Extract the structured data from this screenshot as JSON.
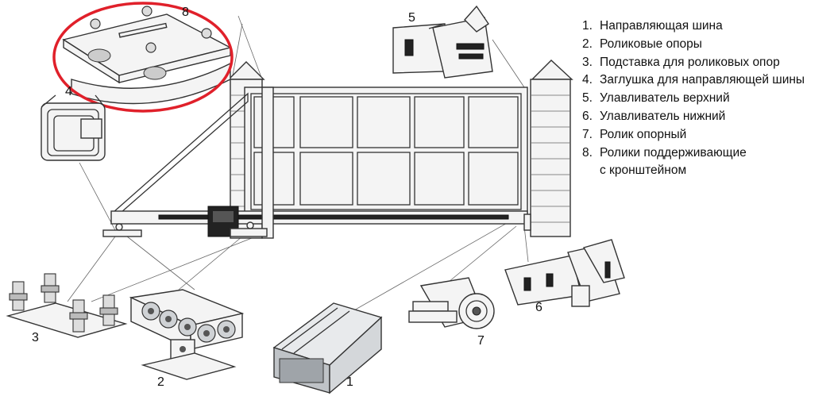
{
  "legend": {
    "items": [
      {
        "num": "1.",
        "text": "Направляющая шина"
      },
      {
        "num": "2.",
        "text": "Роликовые опоры"
      },
      {
        "num": "3.",
        "text": "Подставка для роликовых опор"
      },
      {
        "num": "4.",
        "text": "Заглушка для направляющей шины"
      },
      {
        "num": "5.",
        "text": "Улавливатель верхний"
      },
      {
        "num": "6.",
        "text": "Улавливатель нижний"
      },
      {
        "num": "7.",
        "text": "Ролик опорный"
      },
      {
        "num": "8.",
        "text": "Ролики поддерживающие"
      }
    ],
    "continuation": "с кронштейном"
  },
  "callouts": {
    "c1": "1",
    "c2": "2",
    "c3": "3",
    "c4": "4",
    "c5": "5",
    "c6": "6",
    "c7": "7",
    "c8": "8"
  },
  "colors": {
    "highlight": "#e0202a",
    "line": "#333333",
    "steel": "#bfc3c7"
  }
}
